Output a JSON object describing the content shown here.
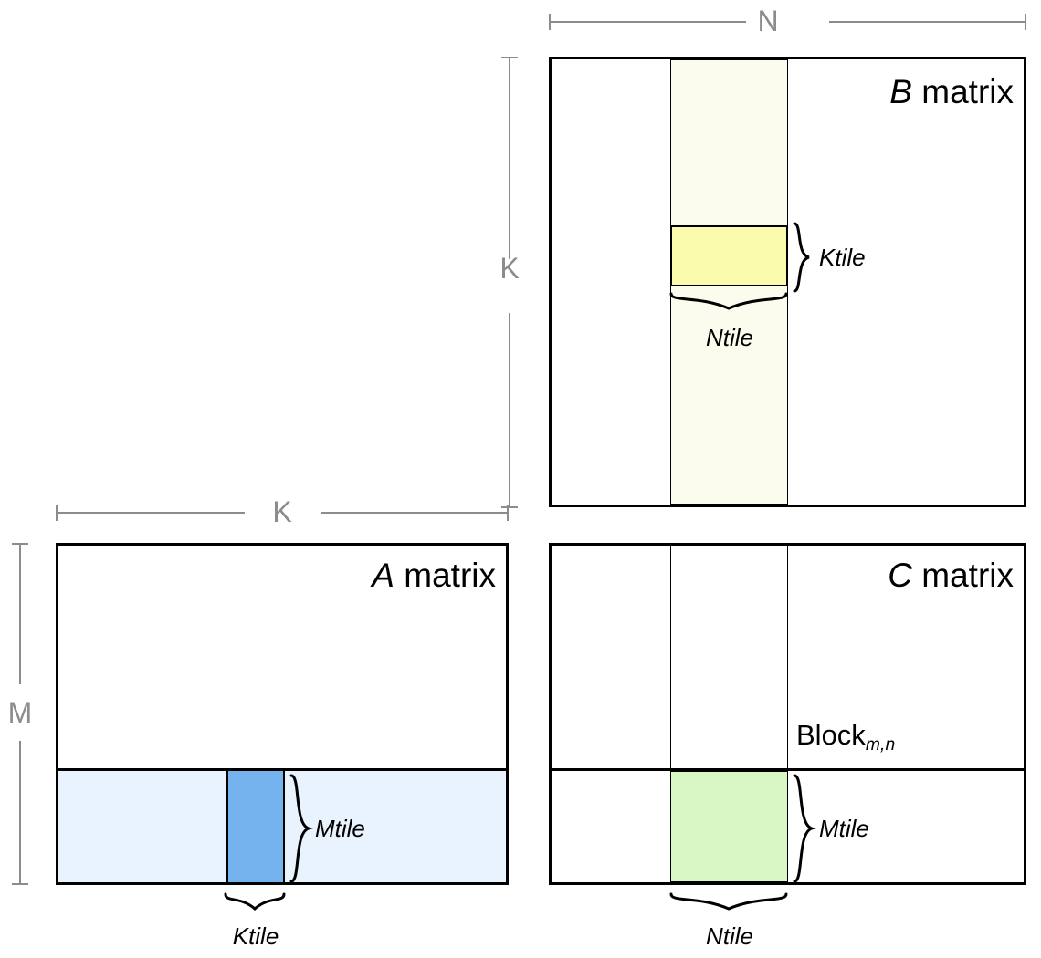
{
  "diagram": {
    "title": "Tiled matrix multiplication blocking diagram",
    "colors": {
      "outline": "#000000",
      "dimension_gray": "#8c8c8c",
      "a_row_band": "#e8f3fd",
      "a_tile_blue": "#74b3ee",
      "b_col_band": "#fcfcee",
      "b_tile_yellow": "#fbfbad",
      "c_tile_green": "#d9f7c4",
      "background": "#ffffff"
    }
  },
  "matrices": {
    "a": {
      "label_var": "A",
      "label_word": "matrix",
      "tile_labels": {
        "mtile": "Mtile",
        "ktile": "Ktile"
      }
    },
    "b": {
      "label_var": "B",
      "label_word": "matrix",
      "tile_labels": {
        "ktile": "Ktile",
        "ntile": "Ntile"
      }
    },
    "c": {
      "label_var": "C",
      "label_word": "matrix",
      "block_label": "Block",
      "block_subscript": "m,n",
      "tile_labels": {
        "mtile": "Mtile",
        "ntile": "Ntile"
      }
    }
  },
  "dimensions": {
    "n": "N",
    "k_vertical": "K",
    "k_horizontal": "K",
    "m": "M"
  }
}
